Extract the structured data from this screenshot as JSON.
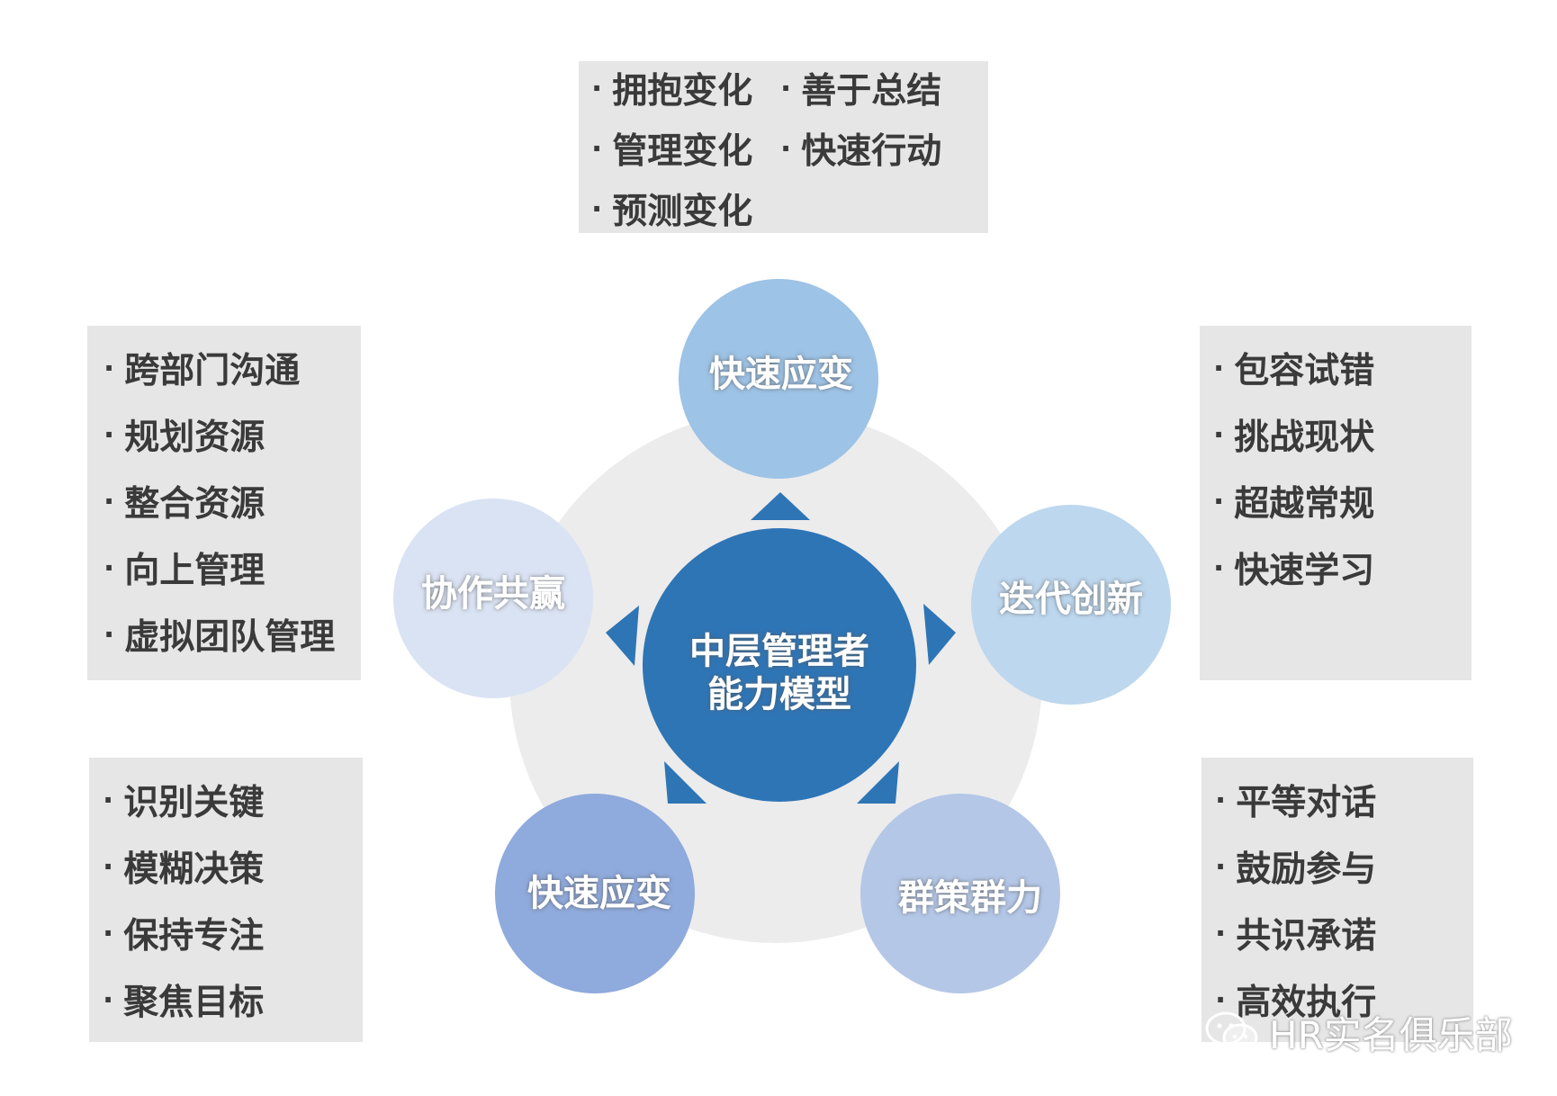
{
  "center": {
    "line1": "中层管理者",
    "line2": "能力模型"
  },
  "nodes": {
    "top": {
      "label": "快速应变",
      "color": "#9dc3e6"
    },
    "right": {
      "label": "迭代创新",
      "color": "#bdd7ee"
    },
    "bottom_right": {
      "label": "群策群力",
      "color": "#b4c7e7"
    },
    "bottom_left": {
      "label": "快速应变",
      "color": "#8faadc"
    },
    "left": {
      "label": "协作共赢",
      "color": "#dae3f3"
    }
  },
  "colors": {
    "center": "#2e75b6",
    "arrow": "#2e75b6",
    "backdrop": "#ececec",
    "box": "#e6e6e6"
  },
  "boxes": {
    "top": [
      "拥抱变化",
      "善于总结",
      "管理变化",
      "快速行动",
      "预测变化"
    ],
    "left_top": [
      "跨部门沟通",
      "规划资源",
      "整合资源",
      "向上管理",
      "虚拟团队管理"
    ],
    "right_top": [
      "包容试错",
      "挑战现状",
      "超越常规",
      "快速学习"
    ],
    "left_bottom": [
      "识别关键",
      "模糊决策",
      "保持专注",
      "聚焦目标"
    ],
    "right_bottom": [
      "平等对话",
      "鼓励参与",
      "共识承诺",
      "高效执行"
    ]
  },
  "watermark": {
    "text": "HR实名俱乐部",
    "icon": "wechat-icon"
  }
}
